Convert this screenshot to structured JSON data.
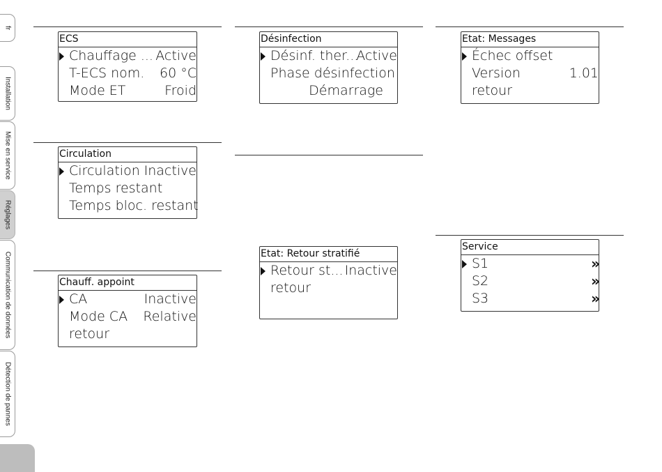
{
  "side_tabs": [
    {
      "label": "fr"
    },
    {
      "label": "Installation"
    },
    {
      "label": "Mise en service"
    },
    {
      "label": "Réglages"
    },
    {
      "label": "Communication de données"
    },
    {
      "label": "Détection de pannes"
    }
  ],
  "screens": {
    "ecs": {
      "title": "ECS",
      "rows": [
        {
          "label": "Chauffage ...",
          "value": "Active"
        },
        {
          "label": "T-ECS nom.",
          "value": "60 °C"
        },
        {
          "label": "Mode ET",
          "value": "Froid"
        }
      ]
    },
    "circulation": {
      "title": "Circulation",
      "rows": [
        {
          "label": "Circulation",
          "value": "Inactive"
        },
        {
          "label": "Temps restant",
          "value": ""
        },
        {
          "label": "Temps bloc. restant",
          "value": ""
        }
      ]
    },
    "chauff_appoint": {
      "title": "Chauff. appoint",
      "rows": [
        {
          "label": "CA",
          "value": "Inactive"
        },
        {
          "label": "Mode CA",
          "value": "Relative"
        },
        {
          "label": "retour",
          "value": ""
        }
      ]
    },
    "desinfection": {
      "title": "Désinfection",
      "rows": [
        {
          "label": "Désinf. ther...",
          "value": "Active"
        },
        {
          "label": "Phase désinfection",
          "value": ""
        },
        {
          "label": "",
          "value": "Démarrage"
        }
      ]
    },
    "retour_stratifie": {
      "title": "Etat: Retour stratifié",
      "rows": [
        {
          "label": "Retour st...",
          "value": "Inactive"
        },
        {
          "label": "retour",
          "value": ""
        }
      ]
    },
    "messages": {
      "title": "Etat: Messages",
      "rows": [
        {
          "label": "Échec offset",
          "value": ""
        },
        {
          "label": "Version",
          "value": "1.01"
        },
        {
          "label": "retour",
          "value": ""
        }
      ]
    },
    "service": {
      "title": "Service",
      "rows": [
        {
          "label": "S1",
          "value": "»"
        },
        {
          "label": "S2",
          "value": "»"
        },
        {
          "label": "S3",
          "value": "»"
        }
      ]
    }
  }
}
